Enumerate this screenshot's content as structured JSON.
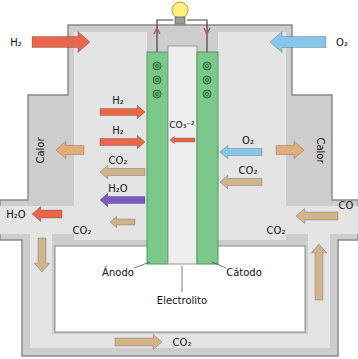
{
  "diagram": {
    "labels": [
      "H₂",
      "O₂",
      "H₂",
      "H₂",
      "CO₃⁻²",
      "O₂",
      "Calor",
      "Calor",
      "CO₂",
      "CO₂",
      "H₂O",
      "H₂O",
      "CO₂",
      "CO₂",
      "CO",
      "Ánodo",
      "Electrolito",
      "Cátodo",
      "CO₂"
    ]
  }
}
